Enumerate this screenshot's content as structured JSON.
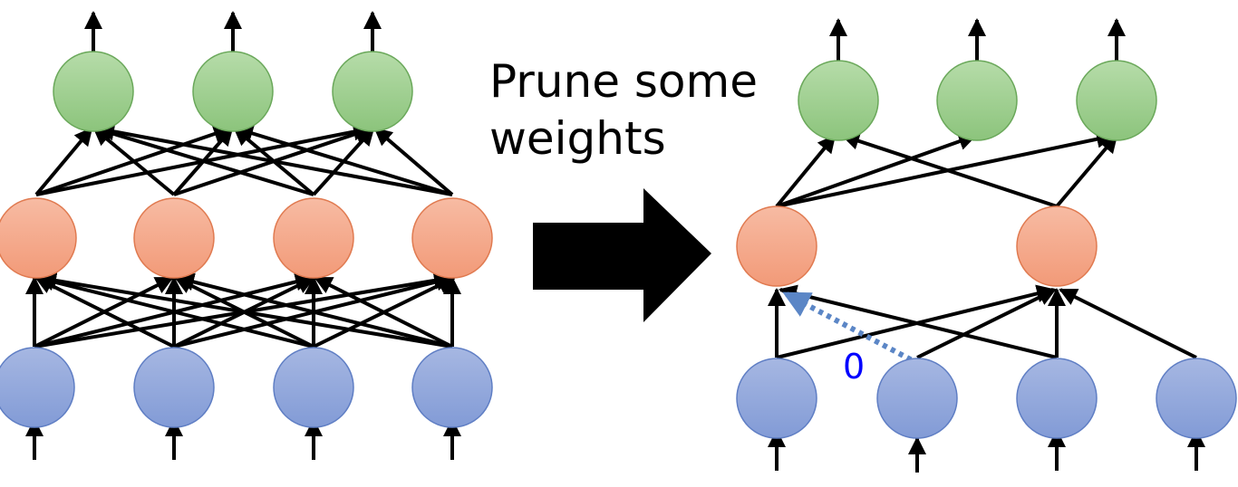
{
  "caption": {
    "line1": "Prune some",
    "line2": "weights"
  },
  "pruned_weight_label": "0",
  "colors": {
    "output_node": "#98c98a",
    "hidden_node": "#f4a283",
    "input_node": "#8fa5d9",
    "edge": "#000000",
    "pruned_edge": "#5b86c6",
    "pruned_label": "#0000ff",
    "arrow": "#000000"
  },
  "networks": [
    {
      "name": "original-network",
      "layers": {
        "input_nodes": 4,
        "hidden_nodes": 4,
        "output_nodes": 3
      },
      "connections": "fully-connected"
    },
    {
      "name": "pruned-network",
      "layers": {
        "input_nodes": 4,
        "hidden_nodes": 2,
        "output_nodes": 3
      },
      "connections": "sparse",
      "pruned_connection": "dashed"
    }
  ],
  "transition": "right-arrow-icon"
}
